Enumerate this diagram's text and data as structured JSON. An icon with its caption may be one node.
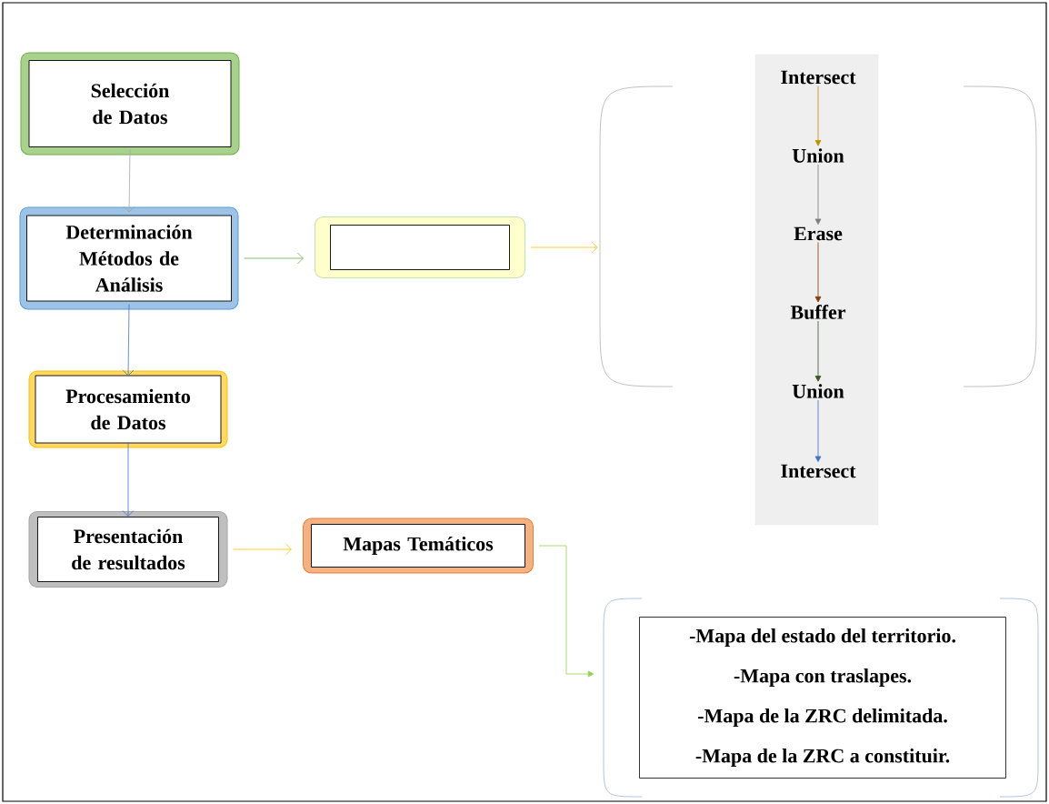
{
  "diagram": {
    "nodes": [
      {
        "text": [
          "Selección de Datos"
        ]
      },
      {
        "text": [
          "Determinación Métodos de Análisis"
        ]
      },
      {
        "text": [],
        "shape": "box"
      },
      {
        "text": [
          "Procesamiento de Datos"
        ]
      },
      {
        "text": [
          "Presentación de resultados"
        ]
      },
      {
        "text": [
          "Mapas Temáticos"
        ]
      },
      {
        "text": [],
        "shape": "bracket"
      },
      {
        "text": [
          "Intersect"
        ],
        "in": 6
      },
      {
        "text": [
          "Union"
        ],
        "in": 6
      },
      {
        "text": [
          "Erase"
        ],
        "in": 6
      },
      {
        "text": [
          "Buffer"
        ],
        "in": 6
      },
      {
        "text": [
          "Union"
        ],
        "in": 6
      },
      {
        "text": [
          "Intersect"
        ],
        "in": 6
      },
      {
        "text": [],
        "shape": "bracket"
      },
      {
        "text": [
          "-Mapa del estado del territorio.",
          "-Mapa con traslapes.",
          "-Mapa de la ZRC delimitada.",
          "-Mapa de la ZRC a constituir."
        ],
        "in": 13
      }
    ],
    "edges": [
      {
        "from": 0,
        "to": 1,
        "arrow": "to",
        "color": "#a6a6a6"
      },
      {
        "from": 1,
        "to": 2,
        "arrow": "to",
        "color": "#70ad47"
      },
      {
        "from": 2,
        "to": 6,
        "arrow": "to",
        "color": "#ffc000"
      },
      {
        "from": 1,
        "to": 3,
        "arrow": "to",
        "color": "#4472c4"
      },
      {
        "from": 3,
        "to": 4,
        "arrow": "to",
        "color": "#4472c4"
      },
      {
        "from": 4,
        "to": 5,
        "arrow": "to",
        "color": "#ffc000"
      },
      {
        "from": 5,
        "to": 13,
        "arrow": "to",
        "color": "#92d050"
      },
      {
        "from": 7,
        "to": 8,
        "arrow": "to",
        "color": "#bf9000"
      },
      {
        "from": 8,
        "to": 9,
        "arrow": "to",
        "color": "#7f7f7f"
      },
      {
        "from": 9,
        "to": 10,
        "arrow": "to",
        "color": "#843c0c"
      },
      {
        "from": 10,
        "to": 11,
        "arrow": "to",
        "color": "#375623"
      },
      {
        "from": 11,
        "to": 12,
        "arrow": "to",
        "color": "#4472c4"
      }
    ]
  }
}
